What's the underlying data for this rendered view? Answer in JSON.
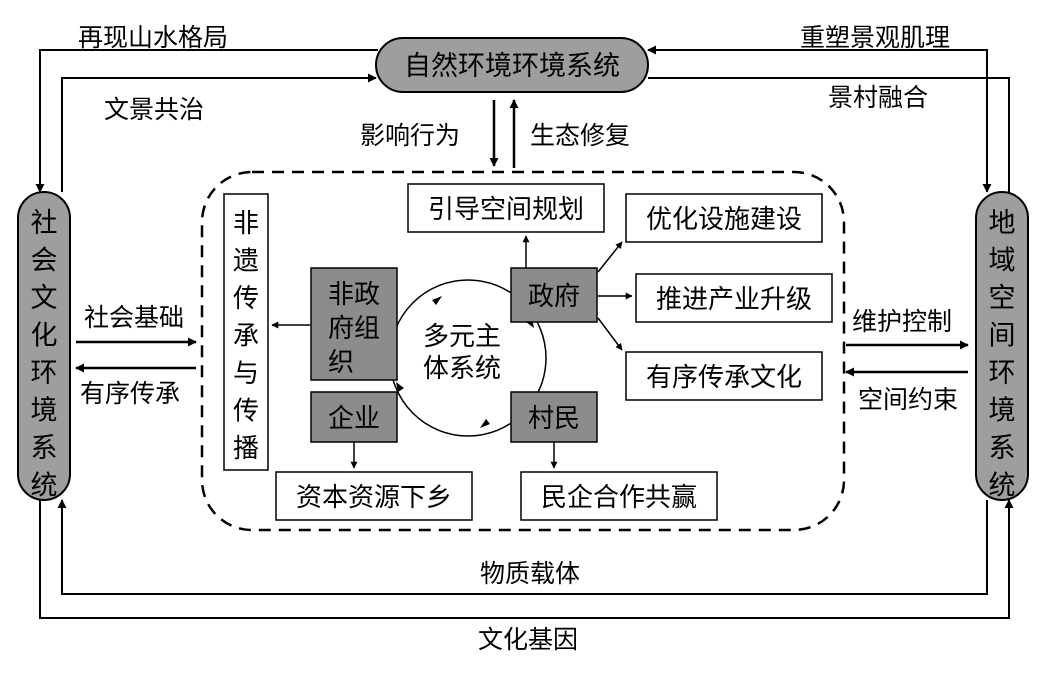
{
  "top_node": "自然环境环境系统",
  "left_node": "社会文化环境系统",
  "right_node": "地域空间环境系统",
  "core": "多元主体系统",
  "actors": {
    "government": "政府",
    "ngo": "非政府组织",
    "enterprise": "企业",
    "villagers": "村民"
  },
  "outcomes": {
    "spatial_planning": "引导空间规划",
    "infrastructure": "优化设施建设",
    "industry": "推进产业升级",
    "culture": "有序传承文化",
    "heritage": "非遗传承与传播",
    "capital": "资本资源下乡",
    "win_win": "民企合作共赢"
  },
  "relations": {
    "outer_top_left": "再现山水格局",
    "outer_top_right": "重塑景观肌理",
    "inner_top_left": "文景共治",
    "inner_top_right": "景村融合",
    "down_arrow": "影响行为",
    "up_arrow": "生态修复",
    "left_in": "社会基础",
    "left_out": "有序传承",
    "right_out": "维护控制",
    "right_in": "空间约束",
    "inner_bottom": "物质载体",
    "outer_bottom": "文化基因"
  }
}
